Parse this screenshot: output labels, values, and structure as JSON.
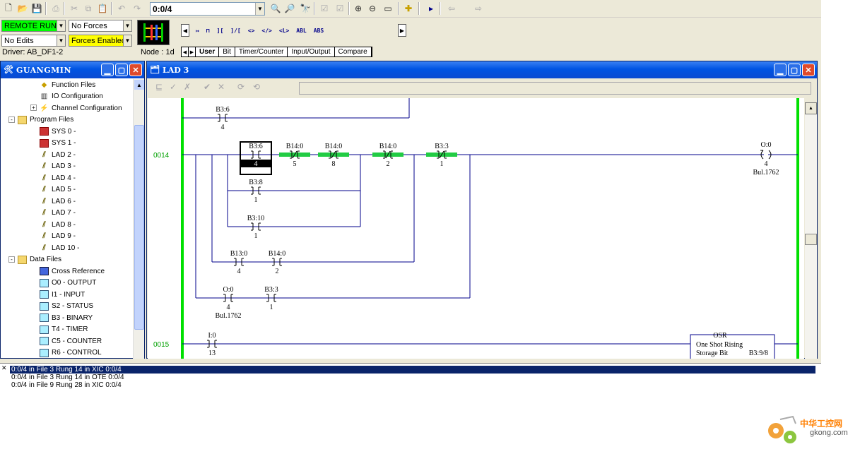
{
  "toolbar": {
    "address_value": "0:0/4",
    "icons": [
      "new-icon",
      "open-icon",
      "save-icon",
      "print-icon",
      "cut-icon",
      "copy-icon",
      "paste-icon",
      "undo-icon",
      "redo-icon",
      "find-icon",
      "find-next-icon",
      "find-all-icon",
      "verify-file-icon",
      "verify-project-icon",
      "zoom-in-icon",
      "zoom-out-icon",
      "window-icon",
      "add-icon",
      "run-icon",
      "back-icon",
      "forward-icon"
    ]
  },
  "status": {
    "mode": "REMOTE RUN",
    "forces": "No Forces",
    "edits": "No Edits",
    "forces_enabled": "Forces Enabled",
    "driver": "Driver: AB_DF1-2",
    "node": "Node : 1d"
  },
  "palette": {
    "instructions": [
      "↦",
      "⊓",
      "][",
      "]/[",
      "<>",
      "<∕>",
      "<L>",
      "ABL",
      "ABS"
    ],
    "tabs": [
      "User",
      "Bit",
      "Timer/Counter",
      "Input/Output",
      "Compare"
    ],
    "active_tab": "User"
  },
  "tree": {
    "title": "GUANGMIN",
    "items": [
      {
        "label": "Function Files",
        "icon": "function-files-icon",
        "indent": 2
      },
      {
        "label": "IO Configuration",
        "icon": "io-config-icon",
        "indent": 2
      },
      {
        "label": "Channel Configuration",
        "icon": "channel-config-icon",
        "indent": 2,
        "expander": "+"
      },
      {
        "label": "Program Files",
        "icon": "folder-icon",
        "indent": 1,
        "expander": "-"
      },
      {
        "label": "SYS 0 -",
        "icon": "sys-file-icon",
        "indent": 2
      },
      {
        "label": "SYS 1 -",
        "icon": "sys-file-icon",
        "indent": 2
      },
      {
        "label": "LAD 2 -",
        "icon": "ladder-file-icon",
        "indent": 2
      },
      {
        "label": "LAD 3 -",
        "icon": "ladder-file-icon",
        "indent": 2
      },
      {
        "label": "LAD 4 -",
        "icon": "ladder-file-icon",
        "indent": 2
      },
      {
        "label": "LAD 5 -",
        "icon": "ladder-file-icon",
        "indent": 2
      },
      {
        "label": "LAD 6 -",
        "icon": "ladder-file-icon",
        "indent": 2
      },
      {
        "label": "LAD 7 -",
        "icon": "ladder-file-icon",
        "indent": 2
      },
      {
        "label": "LAD 8 -",
        "icon": "ladder-file-icon",
        "indent": 2
      },
      {
        "label": "LAD 9 -",
        "icon": "ladder-file-icon",
        "indent": 2
      },
      {
        "label": "LAD 10 -",
        "icon": "ladder-file-icon",
        "indent": 2
      },
      {
        "label": "Data Files",
        "icon": "folder-icon",
        "indent": 1,
        "expander": "-"
      },
      {
        "label": "Cross Reference",
        "icon": "cross-reference-icon",
        "indent": 2
      },
      {
        "label": "O0 - OUTPUT",
        "icon": "data-file-icon",
        "indent": 2
      },
      {
        "label": "I1 - INPUT",
        "icon": "data-file-icon",
        "indent": 2
      },
      {
        "label": "S2 - STATUS",
        "icon": "data-file-icon",
        "indent": 2
      },
      {
        "label": "B3 - BINARY",
        "icon": "data-file-icon",
        "indent": 2
      },
      {
        "label": "T4 - TIMER",
        "icon": "data-file-icon",
        "indent": 2
      },
      {
        "label": "C5 - COUNTER",
        "icon": "data-file-icon",
        "indent": 2
      },
      {
        "label": "R6 - CONTROL",
        "icon": "data-file-icon",
        "indent": 2
      }
    ]
  },
  "ladder_window": {
    "title": "LAD 3"
  },
  "ladder": {
    "prev_rung": {
      "addr": "B3:6",
      "bit": "4"
    },
    "rung14": {
      "number": "0014",
      "contacts": [
        {
          "addr": "B3:6",
          "bit": "4",
          "type": "XIC",
          "selected": true
        },
        {
          "addr": "B14:0",
          "bit": "5",
          "type": "XIO",
          "energized": true
        },
        {
          "addr": "B14:0",
          "bit": "8",
          "type": "XIO",
          "energized": true
        },
        {
          "addr": "B14:0",
          "bit": "2",
          "type": "XIO",
          "energized": true
        },
        {
          "addr": "B3:3",
          "bit": "1",
          "type": "XIO",
          "energized": true
        }
      ],
      "branch1": {
        "addr": "B3:8",
        "bit": "1"
      },
      "branch2": {
        "addr": "B3:10",
        "bit": "1"
      },
      "branch3": [
        {
          "addr": "B13:0",
          "bit": "4"
        },
        {
          "addr": "B14:0",
          "bit": "2"
        }
      ],
      "branch4": [
        {
          "addr": "O:0",
          "bit": "4",
          "desc": "Bul.1762"
        },
        {
          "addr": "B3:3",
          "bit": "1"
        }
      ],
      "output": {
        "addr": "O:0",
        "bit": "4",
        "desc": "Bul.1762"
      }
    },
    "rung15": {
      "number": "0015",
      "contact": {
        "addr": "I:0",
        "bit": "13"
      },
      "osr": {
        "name": "OSR",
        "line1": "One Shot Rising",
        "line2": "Storage Bit",
        "addr": "B3:9/8"
      }
    }
  },
  "results": [
    "0:0/4 in File 3 Rung 14 in XIC 0:0/4",
    "0:0/4 in File 3 Rung 14 in OTE 0:0/4",
    "0:0/4 in File 9 Rung 28 in XIC 0:0/4"
  ],
  "watermark": {
    "title": "中华工控网",
    "url": "gkong.com"
  },
  "colors": {
    "rail": "#00e000",
    "energized": "#22cc44",
    "rung_number": "#00a000",
    "selection": "#0a246a"
  }
}
